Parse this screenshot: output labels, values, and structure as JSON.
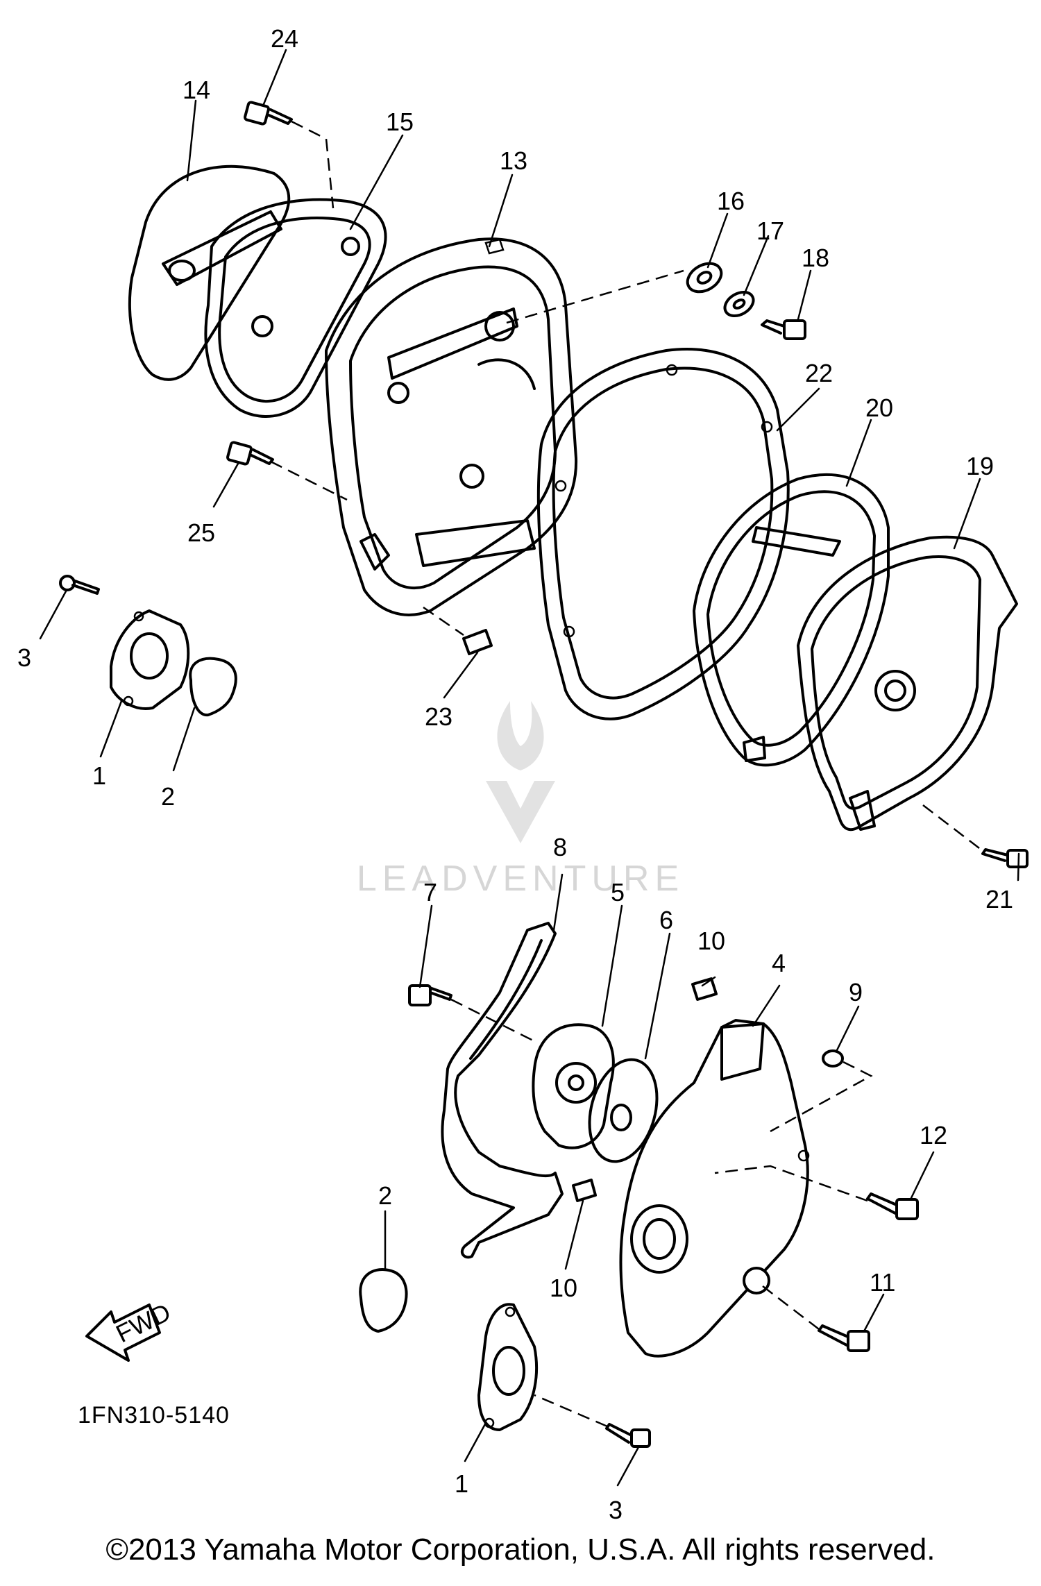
{
  "diagram_code": "1FN310-5140",
  "watermark": "LEADVENTURE",
  "fwd_label": "FWD",
  "copyright": "©2013 Yamaha Motor Corporation, U.S.A. All rights reserved.",
  "callouts": {
    "c1a": "1",
    "c2a": "2",
    "c3a": "3",
    "c13": "13",
    "c14": "14",
    "c15": "15",
    "c16": "16",
    "c17": "17",
    "c18": "18",
    "c19": "19",
    "c20": "20",
    "c21": "21",
    "c22": "22",
    "c23": "23",
    "c24": "24",
    "c25": "25",
    "c4": "4",
    "c5": "5",
    "c6": "6",
    "c7": "7",
    "c8": "8",
    "c9": "9",
    "c10a": "10",
    "c10b": "10",
    "c11": "11",
    "c12": "12",
    "c2b": "2",
    "c1b": "1",
    "c3b": "3"
  }
}
